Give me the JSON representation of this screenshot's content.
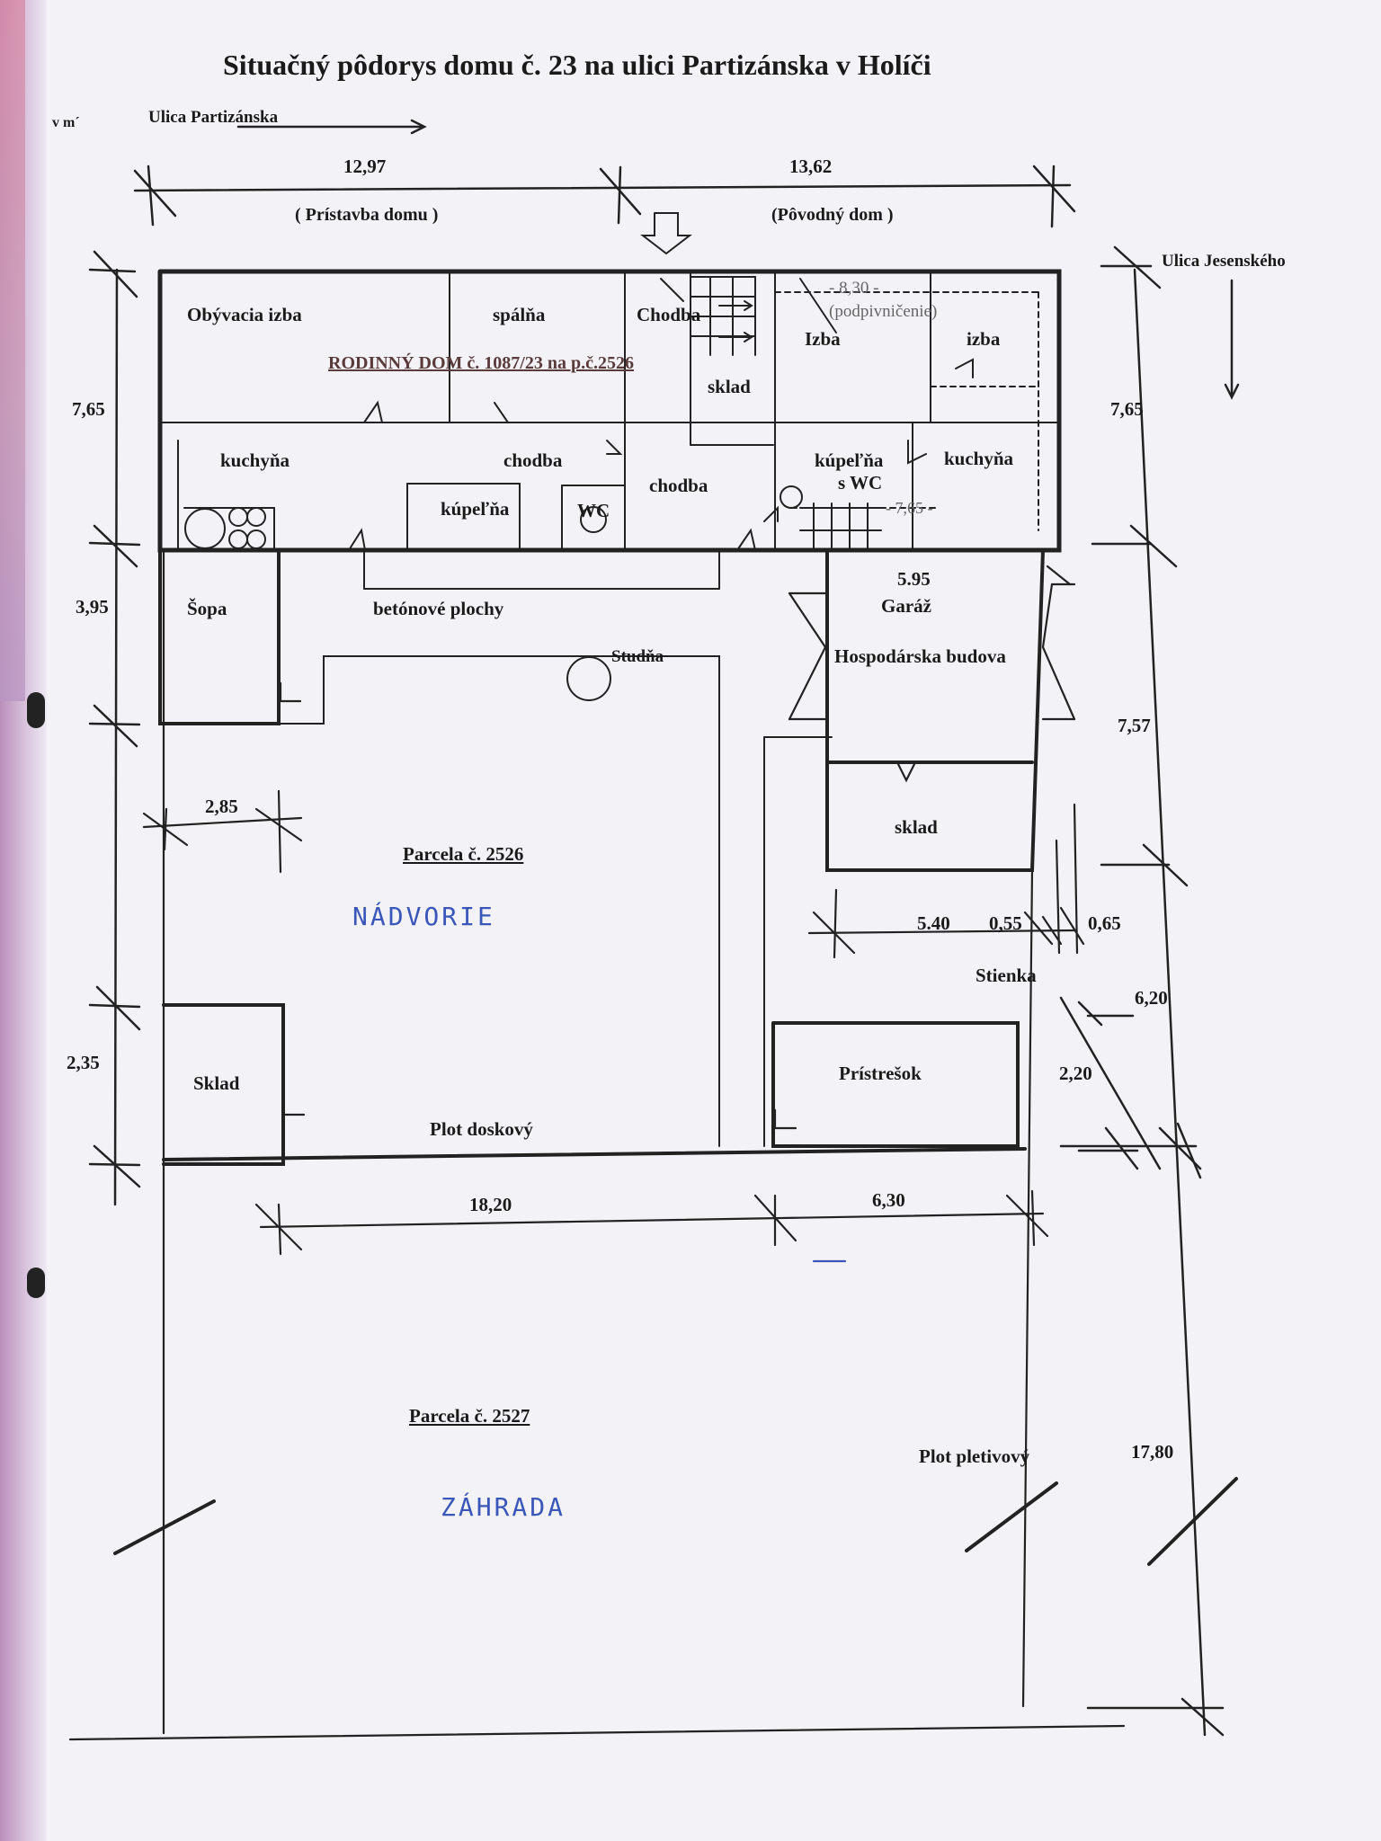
{
  "title": "Situačný pôdorys domu č. 23 na ulici Partizánska v Holíči",
  "unit_note": "v m´",
  "streets": {
    "top": "Ulica Partizánska",
    "right": "Ulica Jesenského"
  },
  "sections": {
    "extension": "( Prístavba domu )",
    "original": "(Pôvodný dom )"
  },
  "house_label": "RODINNÝ DOM č. 1087/23 na p.č.2526",
  "rooms": {
    "living_room": "Obývacia izba",
    "bedroom": "spálňa",
    "hall_top": "Chodba",
    "room_right_1": "Izba",
    "room_right_2": "izba",
    "storage_house": "sklad",
    "basement": "(podpivničenie)",
    "basement_dim": "- 8,30 -",
    "kitchen_left": "kuchyňa",
    "hall_mid": "chodba",
    "hall_center": "chodba",
    "bathroom_left": "kúpeľňa",
    "wc": "WC",
    "bathroom_right_1": "kúpeľňa",
    "bathroom_right_2": "s WC",
    "kitchen_right": "kuchyňa",
    "inner_dim": "- 7,65 -"
  },
  "yard": {
    "shed": "Šopa",
    "concrete": "betónové plochy",
    "well": "Studňa",
    "garage": "Garáž",
    "farm_building": "Hospodárska budova",
    "storage_farm": "sklad",
    "parcel_1": "Parcela č. 2526",
    "courtyard_hand": "NÁDVORIE",
    "storage_small": "Sklad",
    "fence_board": "Plot doskový",
    "shelter": "Prístrešok",
    "small_wall": "Stienka",
    "parcel_2": "Parcela č. 2527",
    "garden_hand": "ZÁHRADA",
    "fence_mesh": "Plot pletivový"
  },
  "dimensions": {
    "top_left": "12,97",
    "top_right": "13,62",
    "left_1": "7,65",
    "left_2": "3,95",
    "left_3": "2,35",
    "right_1": "7,65",
    "right_2": "7,57",
    "right_3": "6,20",
    "right_4": "2,20",
    "right_5": "17,80",
    "garage_width": "5.95",
    "inner_285": "2,85",
    "d_540": "5.40",
    "d_055": "0,55",
    "d_065": "0,65",
    "bottom_1820": "18,20",
    "bottom_630": "6,30"
  }
}
